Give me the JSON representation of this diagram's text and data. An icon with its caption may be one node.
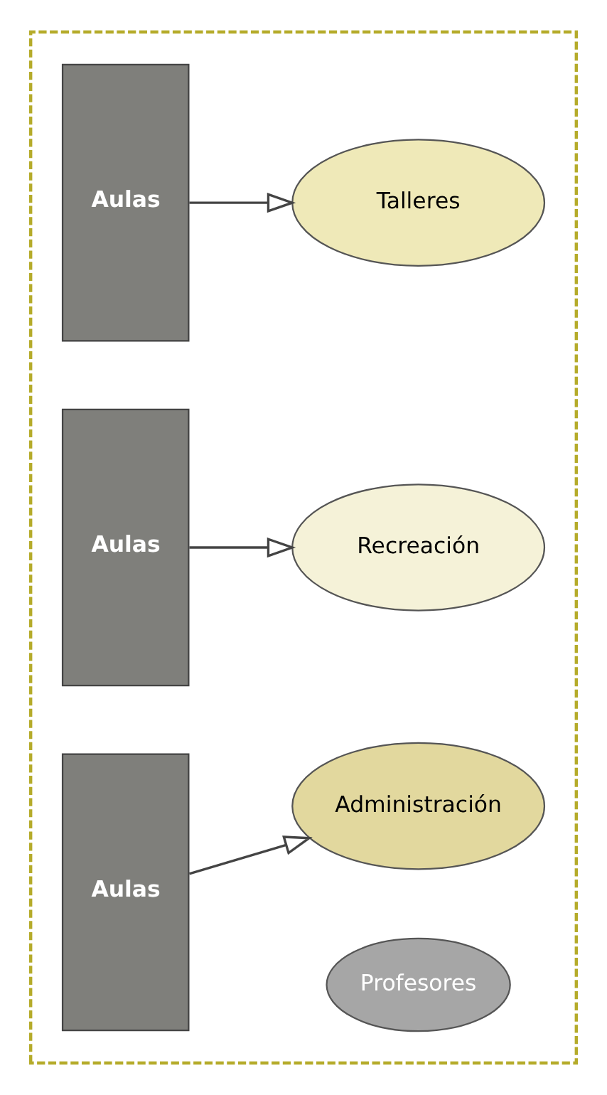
{
  "diagram": {
    "nodes": [
      {
        "text": [],
        "shape": "box"
      },
      {
        "text": [
          "Aulas"
        ],
        "in": 0
      },
      {
        "text": [
          "Talleres"
        ],
        "in": 0
      },
      {
        "text": [
          "Aulas"
        ],
        "in": 0
      },
      {
        "text": [
          "Recreación"
        ],
        "in": 0
      },
      {
        "text": [
          "Aulas"
        ],
        "in": 0
      },
      {
        "text": [
          "Administración"
        ],
        "in": 0
      },
      {
        "text": [
          "Profesores"
        ],
        "in": 0
      }
    ],
    "edges": [
      {
        "from": 1,
        "to": 2,
        "arrow": "to"
      },
      {
        "from": 3,
        "to": 4,
        "arrow": "to"
      },
      {
        "from": 5,
        "to": 6,
        "arrow": "to"
      }
    ]
  }
}
